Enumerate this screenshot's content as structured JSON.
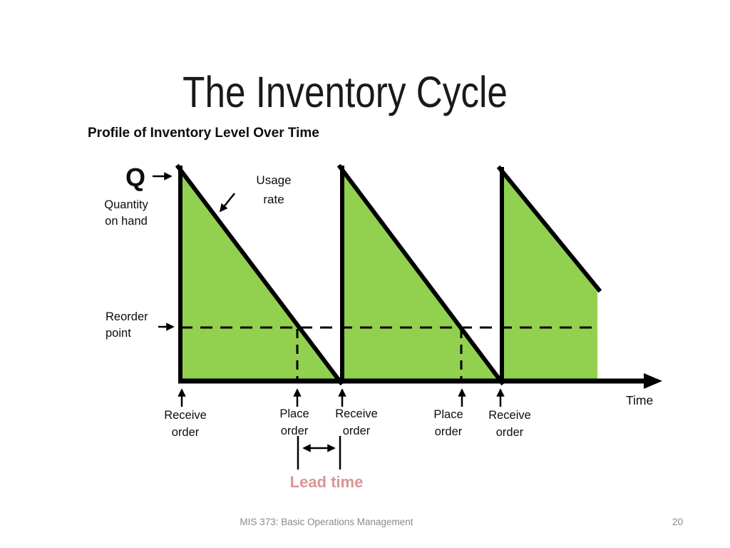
{
  "slide": {
    "title": "The Inventory Cycle",
    "subtitle": "Profile of Inventory Level Over Time",
    "footer_text": "MIS 373: Basic Operations Management",
    "page_number": "20"
  },
  "diagram": {
    "q_label": "Q",
    "y_axis_label": "Quantity\non hand",
    "usage_rate_label": "Usage\nrate",
    "reorder_point_label": "Reorder\npoint",
    "receive_order_labels": [
      "Receive\norder",
      "Receive\norder",
      "Receive\norder"
    ],
    "place_order_labels": [
      "Place\norder",
      "Place\norder"
    ],
    "time_label": "Time",
    "lead_time_label": "Lead time",
    "colors": {
      "triangle_fill": "#92D050",
      "line_black": "#000000",
      "lead_time_text": "#D99694",
      "footer_gray": "#8A8A8A"
    }
  },
  "chart_data": {
    "type": "area",
    "title": "Profile of Inventory Level Over Time",
    "xlabel": "Time",
    "ylabel": "Quantity on hand",
    "y_max_label": "Q",
    "reorder_point_fraction_of_q": 0.25,
    "x_unit": "reorder cycles",
    "y_unit": "fraction of order quantity Q",
    "x": [
      0,
      0.73,
      1,
      1,
      1.75,
      2,
      2,
      2.6
    ],
    "y": [
      1,
      0.25,
      0,
      1,
      0.25,
      0,
      1,
      0.44
    ],
    "events": [
      {
        "label": "Receive order",
        "x": 0
      },
      {
        "label": "Place order",
        "x": 0.73
      },
      {
        "label": "Receive order",
        "x": 1
      },
      {
        "label": "Place order",
        "x": 1.75
      },
      {
        "label": "Receive order",
        "x": 2
      }
    ],
    "lead_time": {
      "from_x": 0.73,
      "to_x": 1,
      "label": "Lead time"
    },
    "annotations": [
      "Usage rate",
      "Reorder point",
      "Lead time"
    ],
    "grid": false,
    "legend": false
  }
}
